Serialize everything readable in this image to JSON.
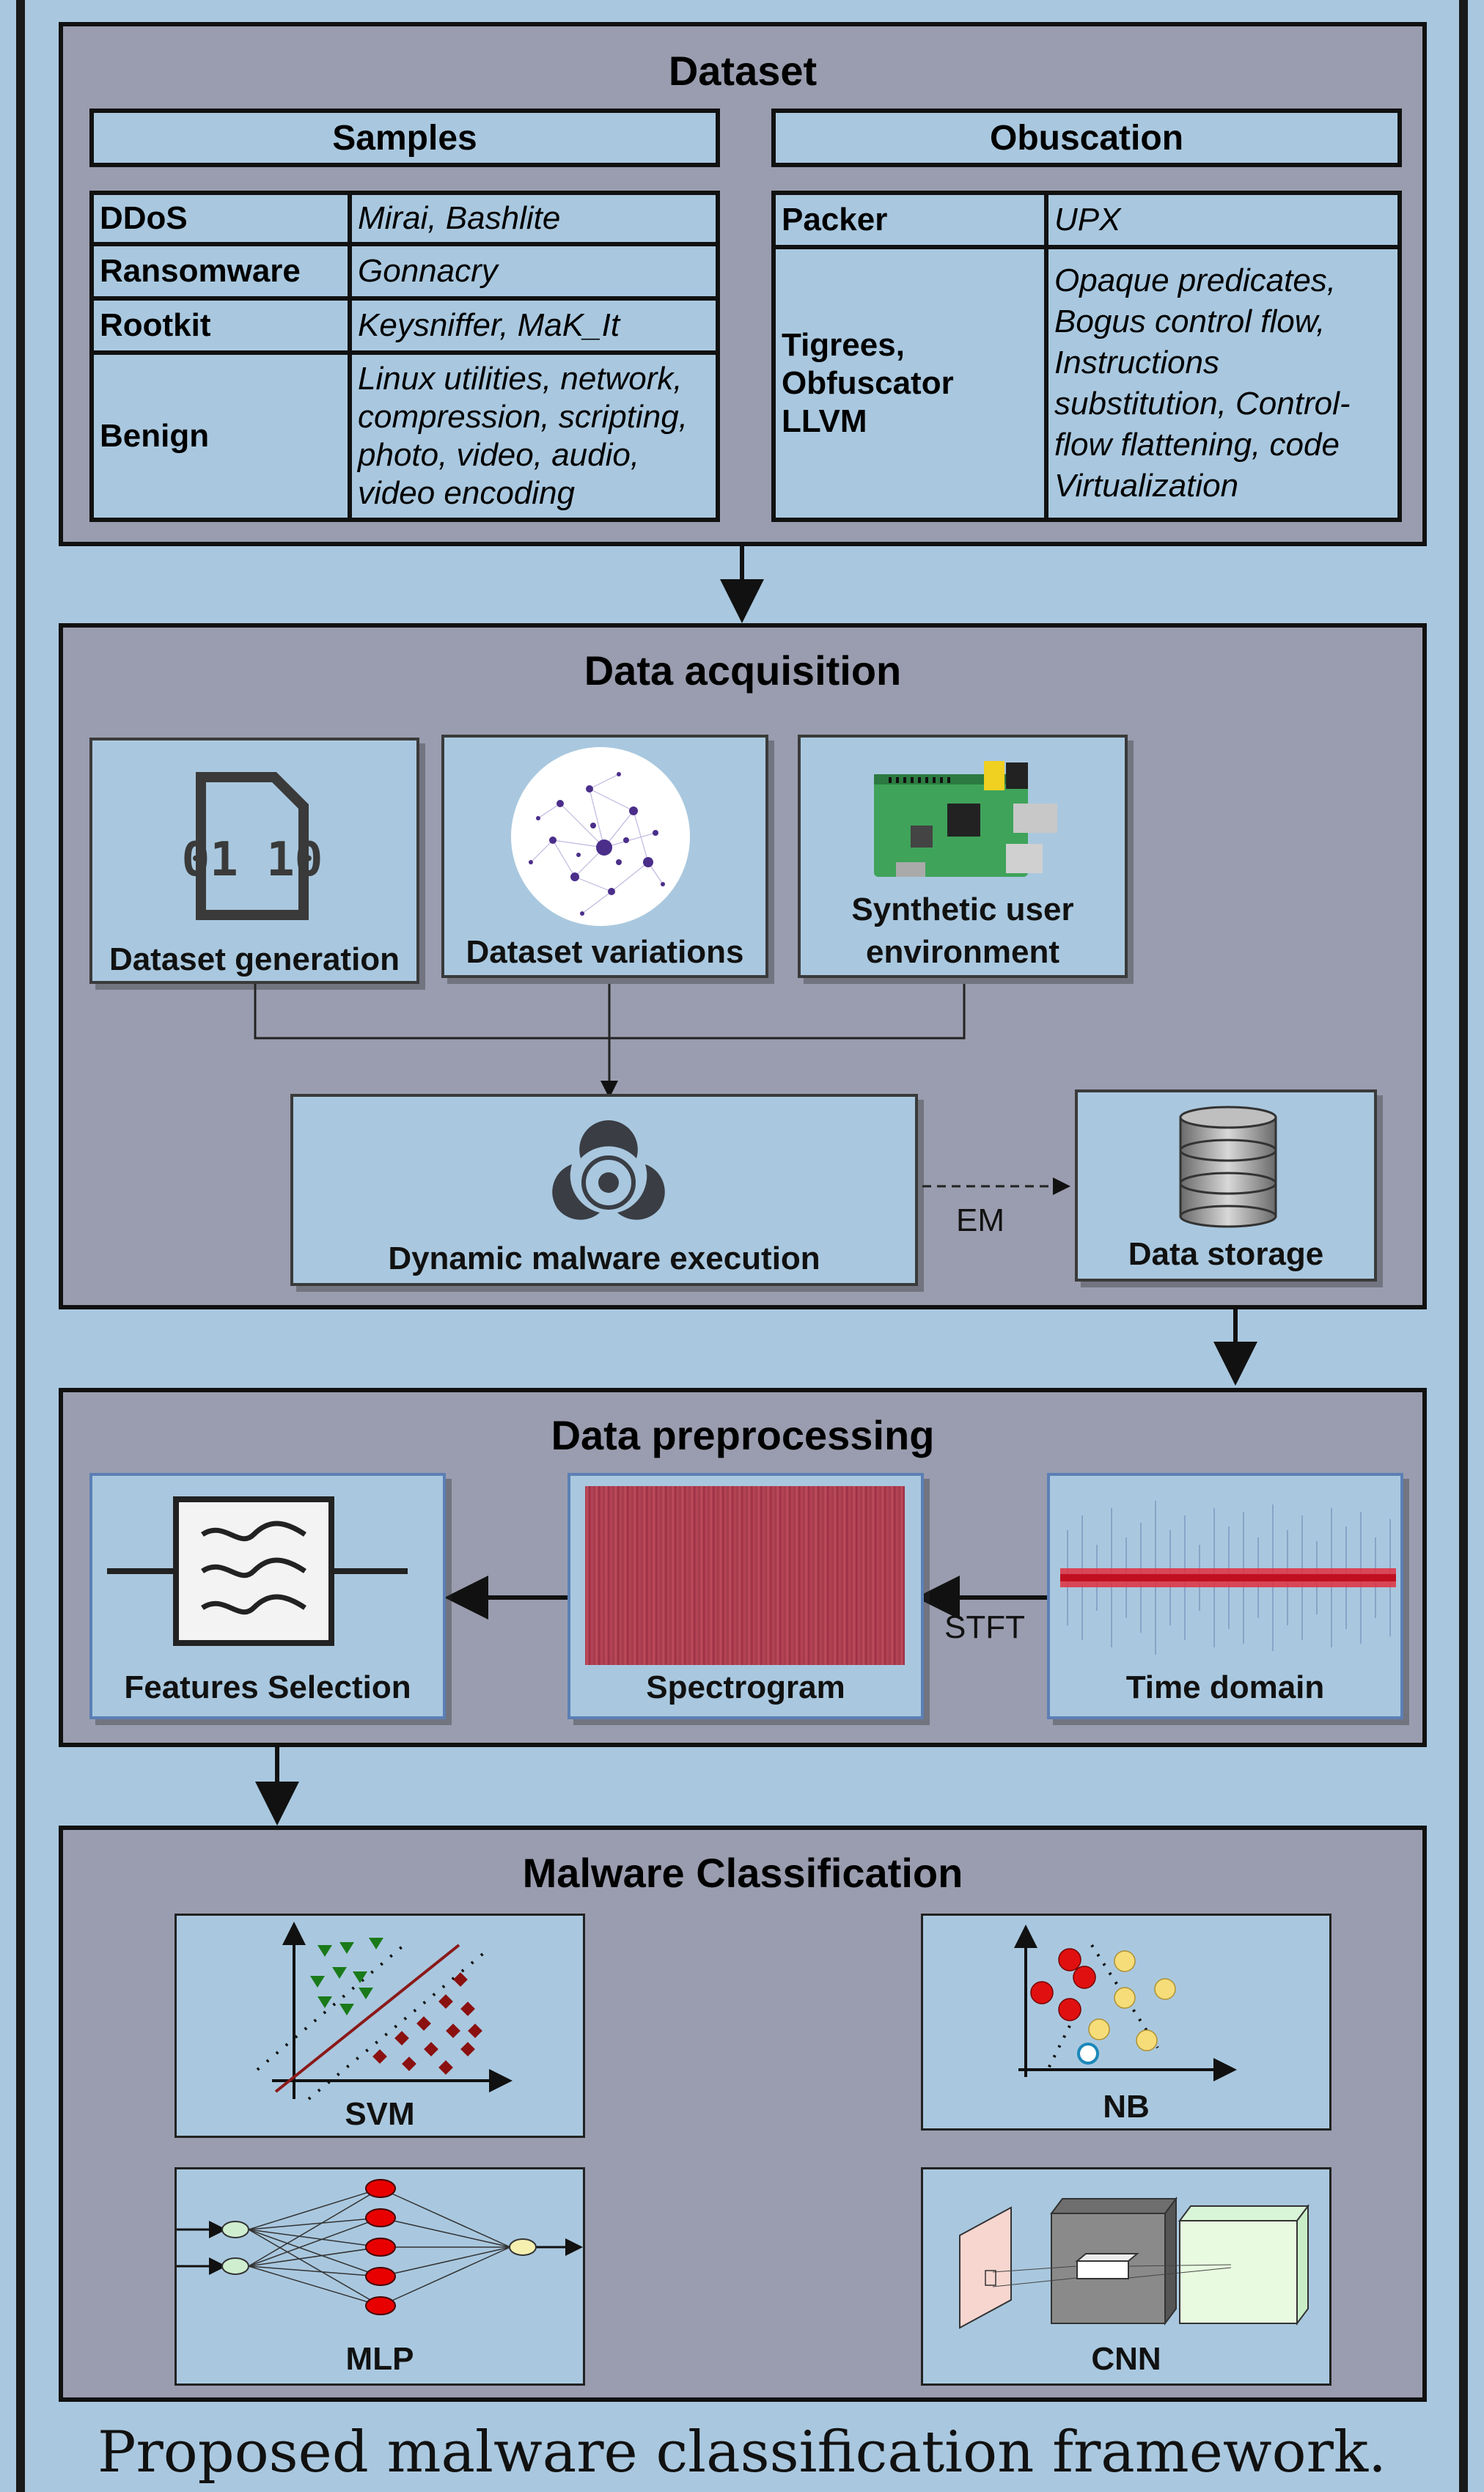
{
  "dataset": {
    "title": "Dataset",
    "samples_header": "Samples",
    "obfuscation_header": "Obuscation",
    "samples": [
      {
        "category": "DDoS",
        "examples": "Mirai, Bashlite"
      },
      {
        "category": "Ransomware",
        "examples": "Gonnacry"
      },
      {
        "category": "Rootkit",
        "examples": "Keysniffer, MaK_It"
      },
      {
        "category": "Benign",
        "examples": "Linux utilities, network, compression, scripting, photo, video, audio, video encoding"
      }
    ],
    "obfuscation": [
      {
        "tool": "Packer",
        "techniques": "UPX"
      },
      {
        "tool": "Tigrees, Obfuscator LLVM",
        "techniques": "Opaque predicates, Bogus control flow, Instructions substitution, Control-flow flattening, code Virtualization"
      }
    ]
  },
  "acquisition": {
    "title": "Data acquisition",
    "generation": "Dataset generation",
    "variations": "Dataset variations",
    "synthetic": "Synthetic user environment",
    "execution": "Dynamic malware execution",
    "em_label": "EM",
    "storage": "Data storage",
    "file_icon_text": "01 10"
  },
  "preprocessing": {
    "title": "Data preprocessing",
    "features": "Features Selection",
    "spectrogram": "Spectrogram",
    "time_domain": "Time domain",
    "stft_label": "STFT"
  },
  "classification": {
    "title": "Malware Classification",
    "svm": "SVM",
    "nb": "NB",
    "mlp": "MLP",
    "cnn": "CNN"
  },
  "caption": "Proposed malware classification framework.",
  "colors": {
    "background": "#a9c8df",
    "panel": "#9a9daf",
    "red": "#e00000",
    "green": "#1a7a1a"
  }
}
